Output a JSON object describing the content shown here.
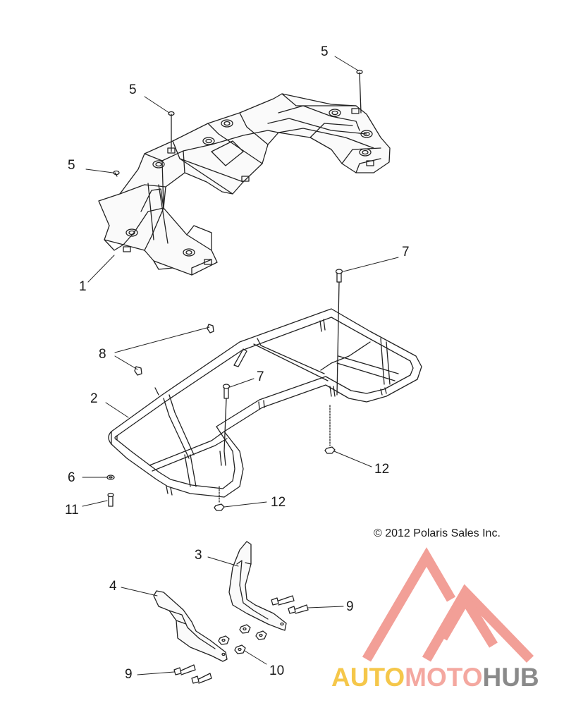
{
  "callouts": [
    {
      "id": "c5a",
      "text": "5"
    },
    {
      "id": "c5b",
      "text": "5"
    },
    {
      "id": "c5c",
      "text": "5"
    },
    {
      "id": "c1",
      "text": "1"
    },
    {
      "id": "c7a",
      "text": "7"
    },
    {
      "id": "c8",
      "text": "8"
    },
    {
      "id": "c7b",
      "text": "7"
    },
    {
      "id": "c2",
      "text": "2"
    },
    {
      "id": "c12a",
      "text": "12"
    },
    {
      "id": "c6",
      "text": "6"
    },
    {
      "id": "c11",
      "text": "11"
    },
    {
      "id": "c12b",
      "text": "12"
    },
    {
      "id": "c3",
      "text": "3"
    },
    {
      "id": "c4",
      "text": "4"
    },
    {
      "id": "c9a",
      "text": "9"
    },
    {
      "id": "c9b",
      "text": "9"
    },
    {
      "id": "c10",
      "text": "10"
    }
  ],
  "copyright": "© 2012 Polaris Sales Inc.",
  "watermark": {
    "part1": "AUTO",
    "part2": "MOTO",
    "part3": "HUB",
    "colors": {
      "auto": "#f5c74a",
      "moto": "#f4a8a0",
      "hub": "#8a8a8a",
      "triangle": "#f29a92"
    }
  }
}
